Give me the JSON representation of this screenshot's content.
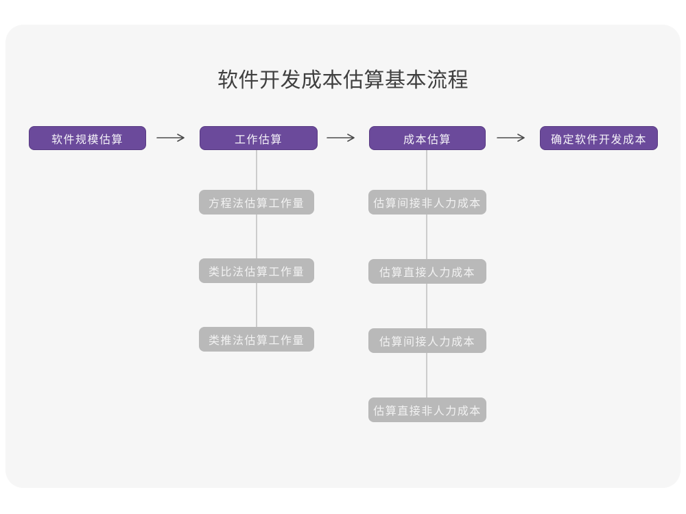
{
  "title": "软件开发成本估算基本流程",
  "colors": {
    "page_bg": "#ffffff",
    "card_bg": "#f6f6f6",
    "primary": "#6b4a9b",
    "primary_border": "#583a82",
    "gray_node": "#b9b9b9",
    "node_text": "#f5f3f8",
    "gray_node_text": "#f2f2f2",
    "connector": "#cccccc",
    "arrow": "#4a4a4a",
    "title_color": "#3f3f3f"
  },
  "flow": {
    "main_nodes": [
      "软件规模估算",
      "工作估算",
      "成本估算",
      "确定软件开发成本"
    ],
    "work_children": [
      "方程法估算工作量",
      "类比法估算工作量",
      "类推法估算工作量"
    ],
    "cost_children": [
      "估算间接非人力成本",
      "估算直接人力成本",
      "估算间接人力成本",
      "估算直接非人力成本"
    ]
  }
}
